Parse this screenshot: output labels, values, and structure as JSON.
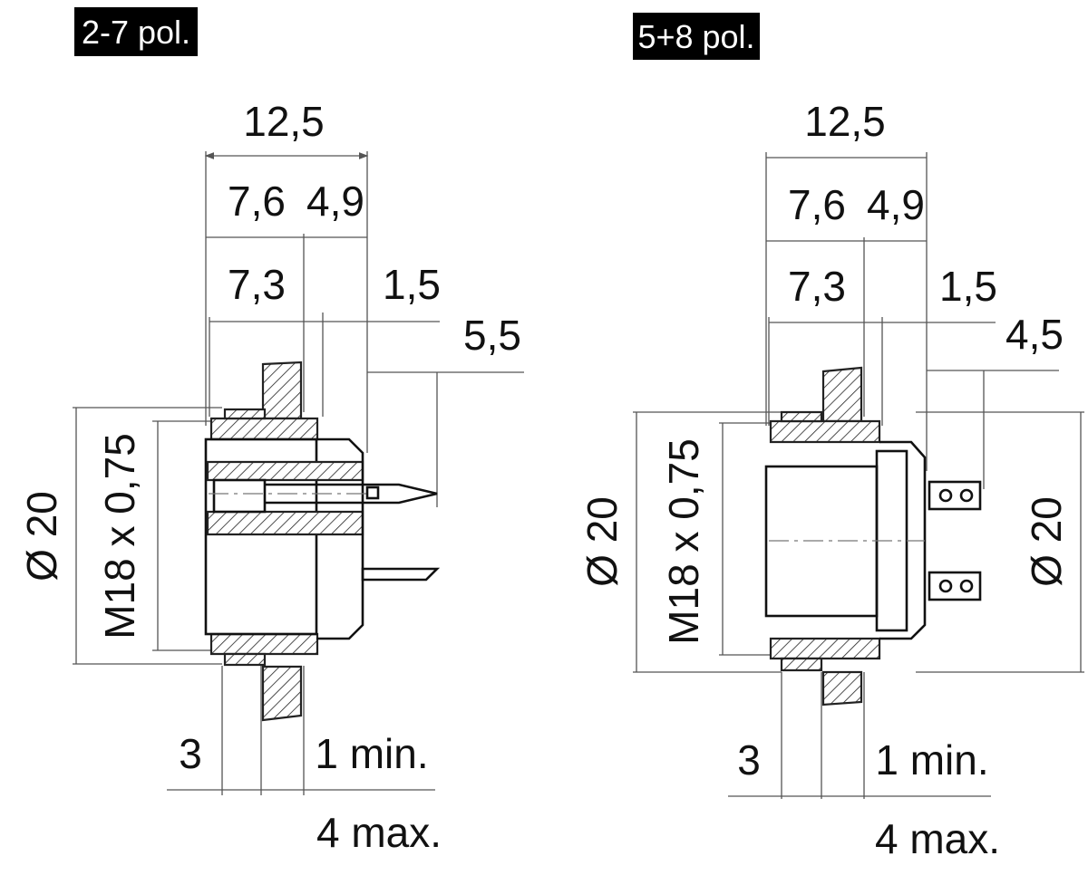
{
  "views": [
    {
      "tag": "2-7 pol.",
      "dims": {
        "overall_length": "12,5",
        "length_a": "7,6",
        "length_b": "4,9",
        "length_c": "7,3",
        "length_d": "1,5",
        "pin_length": "5,5",
        "outer_diameter": "Ø 20",
        "thread": "M18 x 0,75",
        "flange": "3",
        "panel_min": "1 min.",
        "panel_max": "4 max."
      }
    },
    {
      "tag": "5+8 pol.",
      "dims": {
        "overall_length": "12,5",
        "length_a": "7,6",
        "length_b": "4,9",
        "length_c": "7,3",
        "length_d": "1,5",
        "pin_length": "4,5",
        "outer_diameter": "Ø 20",
        "thread": "M18 x 0,75",
        "outer_diameter_right": "Ø 20",
        "flange": "3",
        "panel_min": "1 min.",
        "panel_max": "4 max."
      }
    }
  ]
}
